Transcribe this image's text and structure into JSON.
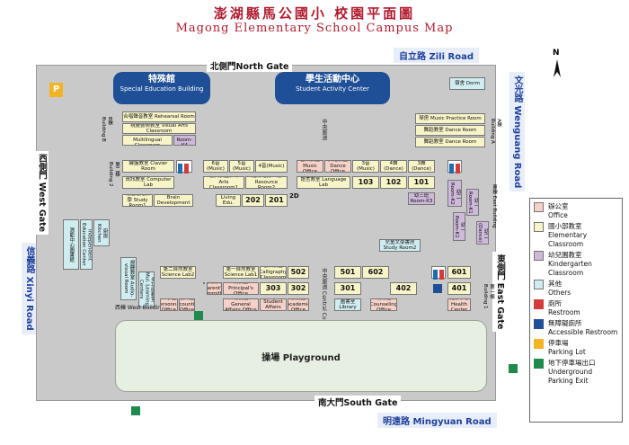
{
  "title": {
    "zh": "澎湖縣馬公國小 校園平面圖",
    "en": "Magong Elementary School Campus Map"
  },
  "roads": {
    "zili": "自立路 Zili Road",
    "wenguang": "文光路 Wenguang Road",
    "xinyi": "信義路 Xinyi Road",
    "mingyuan": "明遠路 Mingyuan Road"
  },
  "gates": {
    "north": "北側門North Gate",
    "west": "西側門 West Gate",
    "east": "東側門 East Gate",
    "south": "南大門South Gate"
  },
  "compass": "N",
  "header_buildings": {
    "special_ed_zh": "特殊館",
    "special_ed_en": "Special Education Building",
    "activity_zh": "學生活動中心",
    "activity_en": "Student Activity Center"
  },
  "building_b": {
    "label": "B棟 Building B",
    "rooms": [
      "合唱聲音教室 Rehearsal Room",
      "視覺藝術教室 Visual Arts Classroom",
      "多語教室 Multilingual Classroom",
      "幼兒園 Room-K4"
    ]
  },
  "building_a": {
    "label": "A棟 Building A",
    "dorm": "宿舍 Dorm",
    "rooms": [
      "琴房 Music Practice Room",
      "舞蹈教室 Dance Room",
      "舞蹈教室 Dance Room"
    ]
  },
  "building2": {
    "label": "第二棟 Building 2",
    "rooms": [
      "鍵盤教室 Clavier Room",
      "資訊教室 Computer Lab",
      "6音(Music)",
      "5音(Music)",
      "4音(Music)",
      "音樂教室 Music Office",
      "舞蹈教室 Dance Office",
      "3音(Music)",
      "4舞(Dance)",
      "3舞(Dance)",
      "藝文教室(一) Arts Classroom1",
      "能力班第二班 Resource Room2",
      "語言教室 Language Lab",
      "103",
      "102",
      "101",
      "幼三班 Room-K3",
      "花蓮遠距教學 Study Room1",
      "全語閱讀 Whole Brain Development Room",
      "生活教育 Living Edu. Room",
      "202",
      "201"
    ],
    "corridor": "中央廊道",
    "corridor_num": "2D"
  },
  "west_building": {
    "label": "西棟 West Building",
    "library_zh": "潛能中心圖書館",
    "library_en": "Independent Education Center",
    "kitchen": "廚房 Kitchen",
    "av_room": "視聽教室 Audio-visual Room",
    "mmc_room": "多功能教室 Mul. Learning Centers"
  },
  "east_building": {
    "label": "東棟 East Building",
    "rooms": [
      "幼二 Room-K2",
      "幼一 Room-K1",
      "幼一 Room-K1",
      "幼二(Dance)"
    ]
  },
  "building1": {
    "label": "第一棟 Building 1",
    "rooms": [
      "第二自然教室 Science Lab2",
      "第一自然教室 Science Lab1",
      "書法教室 Calligraphy Classroom",
      "502",
      "501",
      "602",
      "601",
      "家長委員會 Parent's Committee",
      "校長室 Principal's Office",
      "303",
      "302",
      "301",
      "402",
      "401",
      "人事室 Personnel Office",
      "會計室 Accounting Office",
      "總務處 General Affairs Office",
      "學務處 Student Affairs Office",
      "教務處 Academic Office",
      "圖書室 Library",
      "輔導處 Counseling Office",
      "健康中心 Health Center"
    ],
    "study2": "兒童文學書房 Study Room2",
    "central_corridor": "中央廊道 Central Corridor"
  },
  "playground": "操場 Playground",
  "legend": [
    {
      "zh": "辦公室",
      "en": "Office"
    },
    {
      "zh": "國小部教室",
      "en": "Elementary Classroom"
    },
    {
      "zh": "幼兒園教室",
      "en": "Kindergarten Classroom"
    },
    {
      "zh": "其他",
      "en": "Others"
    },
    {
      "zh": "廁所",
      "en": "Restroom"
    },
    {
      "zh": "無障礙廁所",
      "en": "Accessible Restroom"
    },
    {
      "zh": "停車場",
      "en": "Parking Lot"
    },
    {
      "zh": "地下停車場出口",
      "en": "Underground Parking Exit"
    }
  ],
  "colors": {
    "office": "#f6d1c8",
    "elementary": "#f7f4c8",
    "kindergarten": "#cdb9d9",
    "others": "#cfecef",
    "restroom": "#d43b3b",
    "accessible": "#1f4f96",
    "parking": "#f1b422",
    "exit": "#1f8a4c"
  },
  "icons": [
    "parking-icon",
    "accessible-restroom-icon",
    "restroom-icon",
    "parking-exit-icon",
    "north-arrow-icon"
  ]
}
